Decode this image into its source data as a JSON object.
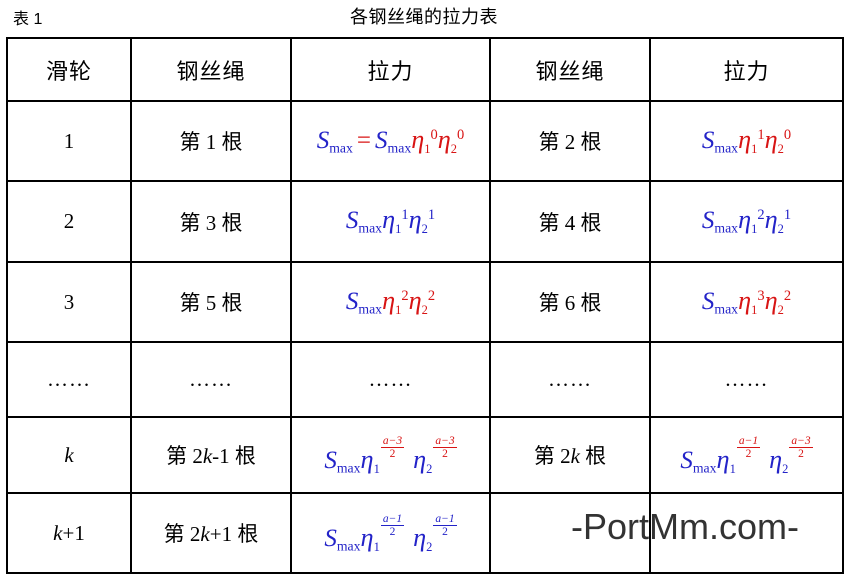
{
  "caption": {
    "label": "表 1",
    "title": "各钢丝绳的拉力表"
  },
  "colors": {
    "blue": "#2323c8",
    "red": "#d81414",
    "border": "#000000",
    "watermark": "#333333"
  },
  "table": {
    "headers": [
      "滑轮",
      "钢丝绳",
      "拉力",
      "钢丝绳",
      "拉力"
    ],
    "rows": [
      {
        "pulley": "1",
        "rope_left": "第 1 根",
        "force_left": "Smax = Smax η1^0 η2^0",
        "rope_right": "第 2 根",
        "force_right": "Smax η1^1 η2^0"
      },
      {
        "pulley": "2",
        "rope_left": "第 3 根",
        "force_left": "Smax η1^1 η2^1",
        "rope_right": "第 4 根",
        "force_right": "Smax η1^2 η2^1"
      },
      {
        "pulley": "3",
        "rope_left": "第 5 根",
        "force_left": "Smax η1^2 η2^2",
        "rope_right": "第 6 根",
        "force_right": "Smax η1^3 η2^2"
      },
      {
        "pulley": "……",
        "rope_left": "……",
        "force_left": "……",
        "rope_right": "……",
        "force_right": "……"
      },
      {
        "pulley": "k",
        "rope_left": "第 2k-1 根",
        "force_left": "Smax η1^((a-3)/2) η2^((a-3)/2)",
        "rope_right": "第 2k 根",
        "force_right": "Smax η1^((a-1)/2) η2^((a-3)/2)"
      },
      {
        "pulley": "k+1",
        "rope_left": "第 2k+1 根",
        "force_left": "Smax η1^((a-1)/2) η2^((a-1)/2)",
        "rope_right": "",
        "force_right": ""
      }
    ],
    "math_symbols": {
      "S": "S",
      "max": "max",
      "eta": "η",
      "equals": "=",
      "sub1": "1",
      "sub2": "2",
      "exp_0": "0",
      "exp_1": "1",
      "exp_2": "2",
      "exp_3": "3",
      "frac_a_minus_3": "a−3",
      "frac_a_minus_1": "a−1",
      "frac_den_2": "2"
    },
    "cell_text": {
      "pulley_1": "1",
      "pulley_2": "2",
      "pulley_3": "3",
      "pulley_dots": "……",
      "pulley_k": "k",
      "pulley_k_plus_1_k": "k",
      "pulley_k_plus_1_suffix": "+1",
      "rope_prefix": "第",
      "rope_suffix": "根",
      "rope_n1": "1",
      "rope_n2": "2",
      "rope_n3": "3",
      "rope_n4": "4",
      "rope_n5": "5",
      "rope_n6": "6",
      "rope_2": "2",
      "rope_k": "k",
      "rope_minus_1": "-1",
      "rope_plus_1": "+1",
      "dots": "……"
    }
  },
  "watermark": {
    "text": "-PortMm.com-"
  }
}
